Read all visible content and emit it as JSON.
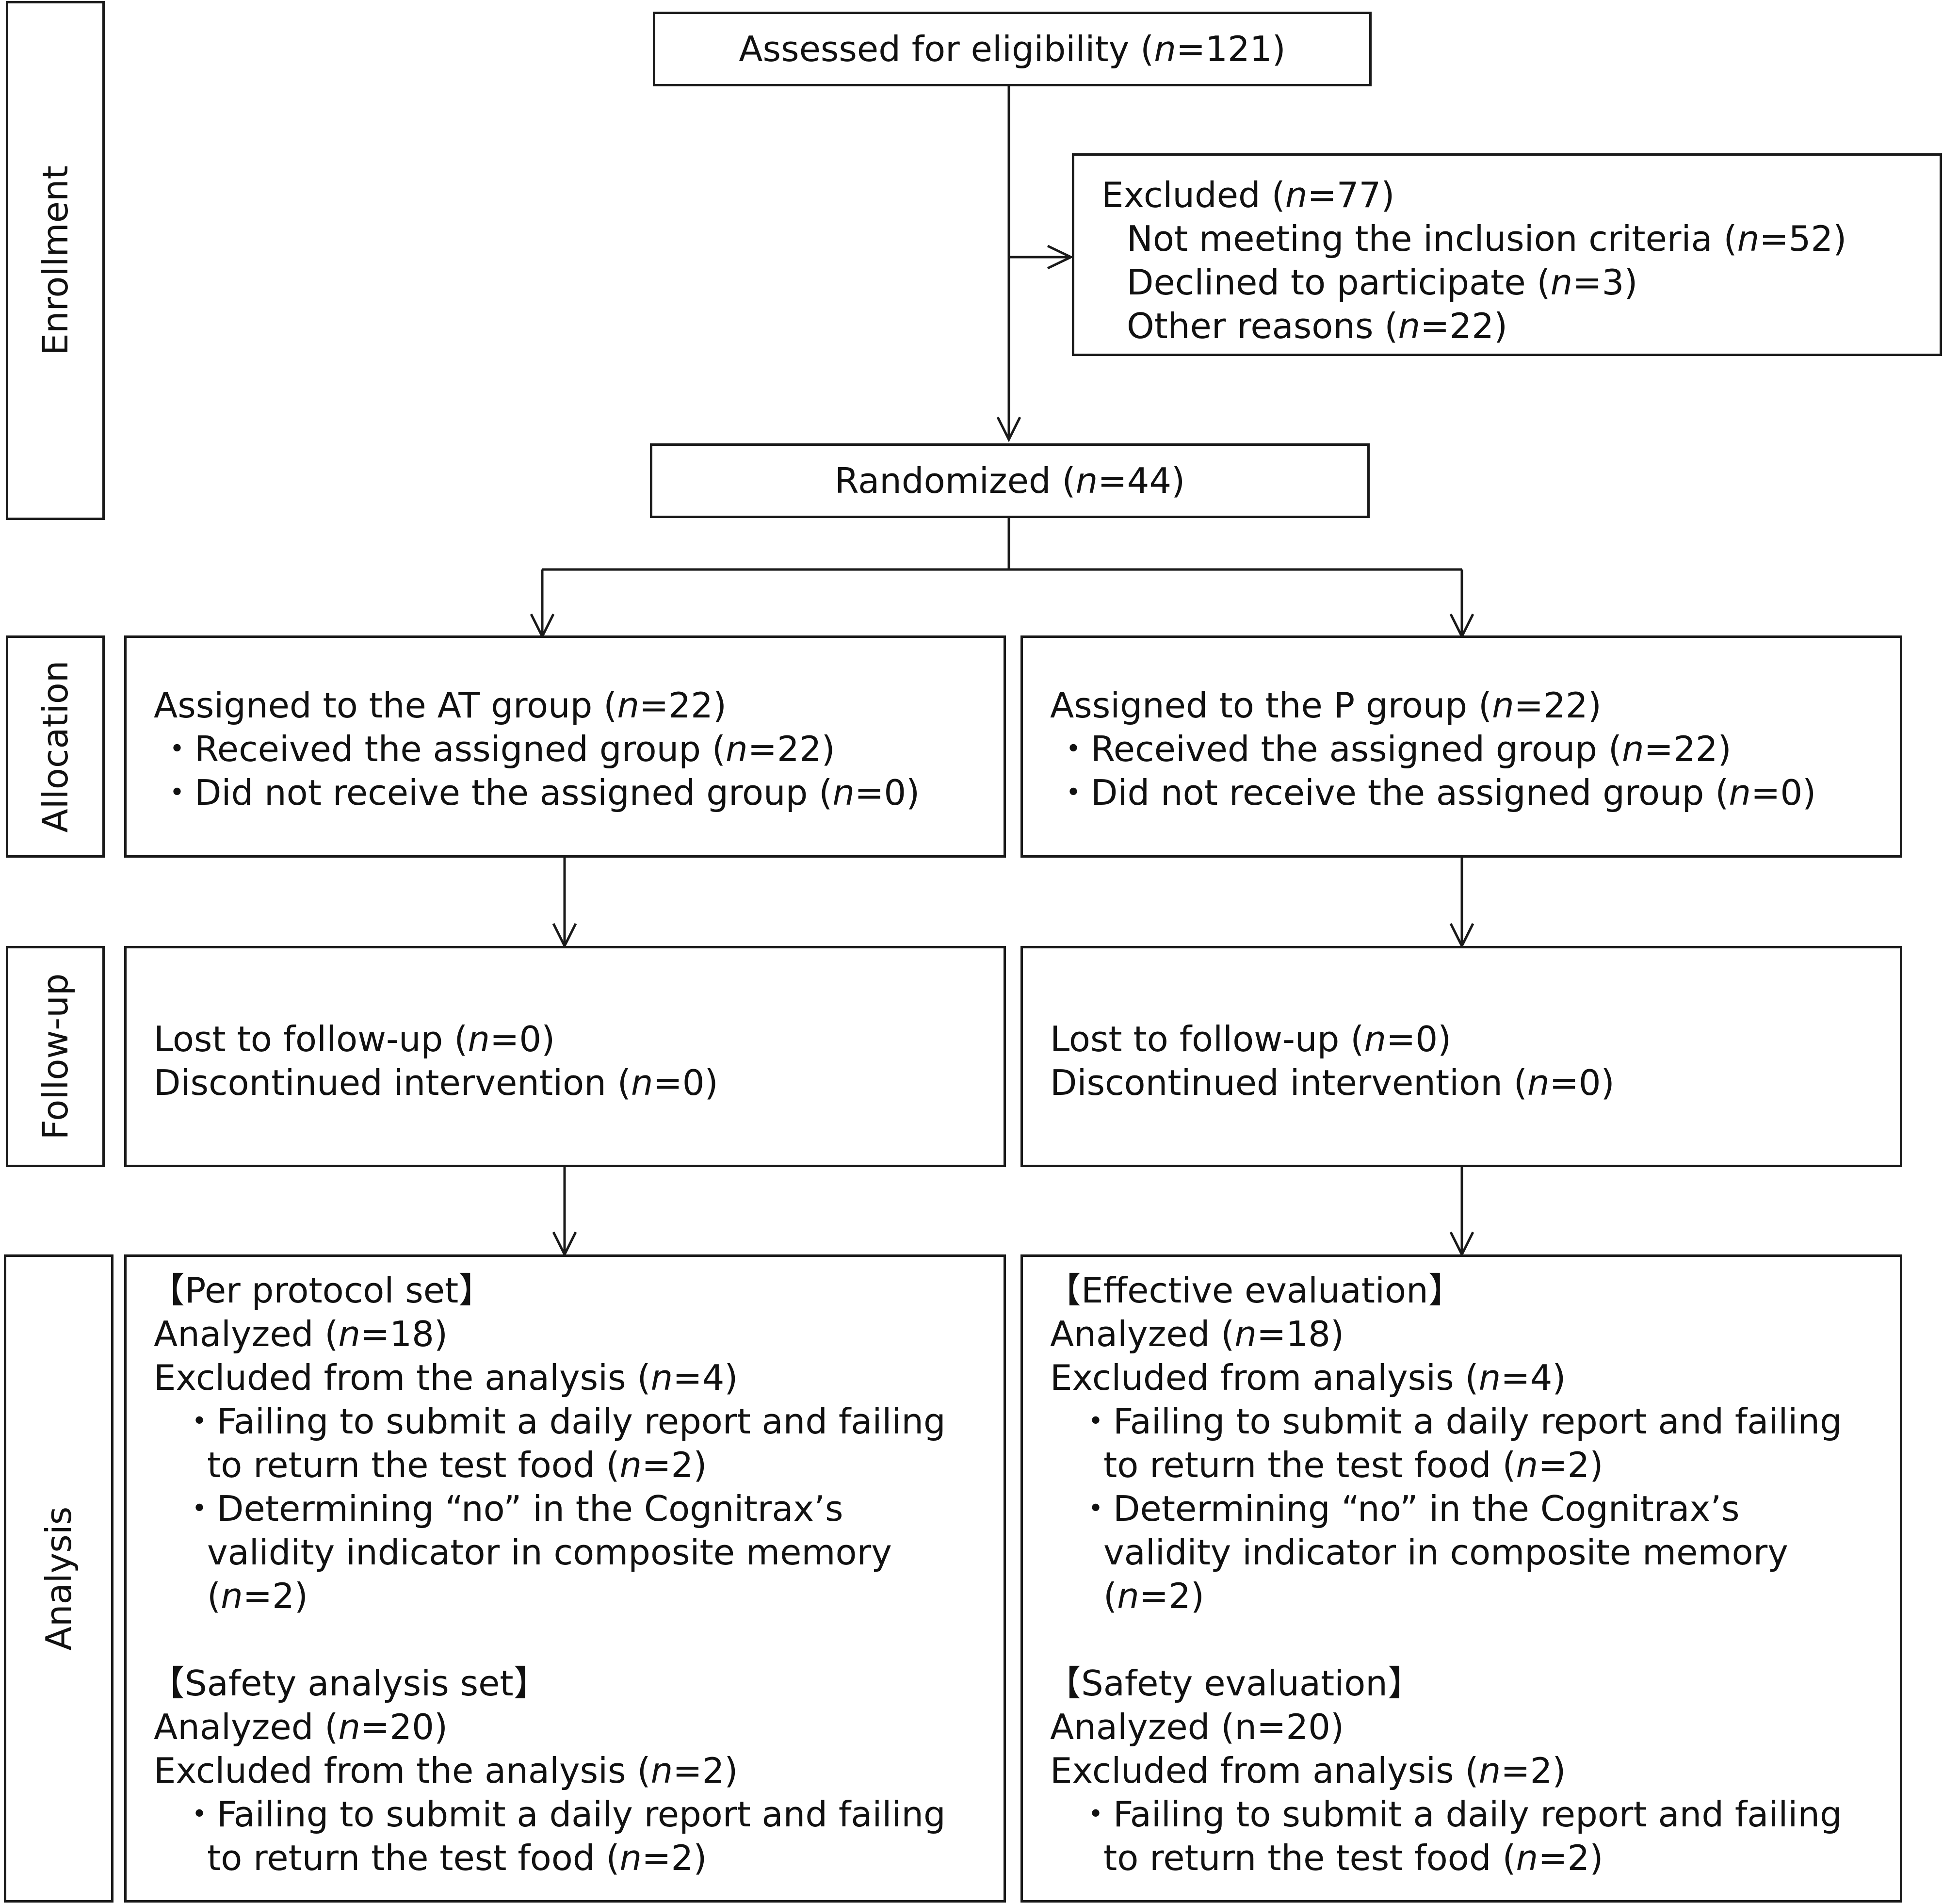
{
  "stages": {
    "enrollment": "Enrollment",
    "allocation": "Allocation",
    "followup": "Follow-up",
    "analysis": "Analysis"
  },
  "assessed": {
    "label": "Assessed for eligibility (",
    "n": "n",
    "value": "=121)"
  },
  "excluded": {
    "title": {
      "label": "Excluded (",
      "n": "n",
      "value": "=77)"
    },
    "items": [
      {
        "label": "Not meeting the inclusion criteria (",
        "n": "n",
        "value": "=52)"
      },
      {
        "label": "Declined to participate (",
        "n": "n",
        "value": "=3)"
      },
      {
        "label": "Other reasons (",
        "n": "n",
        "value": "=22)"
      }
    ]
  },
  "randomized": {
    "label": "Randomized (",
    "n": "n",
    "value": "=44)"
  },
  "allocation": {
    "left": {
      "title": {
        "label": "Assigned to the AT group (",
        "n": "n",
        "value": "=22)"
      },
      "received": {
        "label": "・Received the assigned group (",
        "n": "n",
        "value": "=22)"
      },
      "not_received": {
        "label": "・Did not receive the assigned group (",
        "n": "n",
        "value": "=0)"
      }
    },
    "right": {
      "title": {
        "label": "Assigned to the P group (",
        "n": "n",
        "value": "=22)"
      },
      "received": {
        "label": "・Received the assigned group (",
        "n": "n",
        "value": "=22)"
      },
      "not_received": {
        "label": "・Did not receive the assigned group (",
        "n": "n",
        "value": "=0)"
      }
    }
  },
  "followup": {
    "left": {
      "lost": {
        "label": "Lost to follow-up (",
        "n": "n",
        "value": "=0)"
      },
      "discontinued": {
        "label": "Discontinued intervention (",
        "n": "n",
        "value": "=0)"
      }
    },
    "right": {
      "lost": {
        "label": "Lost to follow-up (",
        "n": "n",
        "value": "=0)"
      },
      "discontinued": {
        "label": "Discontinued intervention (",
        "n": "n",
        "value": "=0)"
      }
    }
  },
  "analysis": {
    "left": {
      "set1": "【Per protocol set】",
      "analyzed1": {
        "label": "Analyzed (",
        "n": "n",
        "value": "=18)"
      },
      "excluded1": {
        "label": "Excluded from the analysis (",
        "n": "n",
        "value": "=4)"
      },
      "reason1a": "・Failing to submit a daily report and failing",
      "reason1b": {
        "label": "to return the test food (",
        "n": "n",
        "value": "=2)"
      },
      "reason2a": "・Determining “no” in the Cognitrax’s",
      "reason2b": "validity indicator in composite memory",
      "reason2c": {
        "label": "(",
        "n": "n",
        "value": "=2)"
      },
      "set2": "【Safety analysis set】",
      "analyzed2": {
        "label": "Analyzed (",
        "n": "n",
        "value": "=20)"
      },
      "excluded2": {
        "label": "Excluded from the analysis (",
        "n": "n",
        "value": "=2)"
      },
      "reason3a": "・Failing to submit a daily report and failing",
      "reason3b": {
        "label": "to return the test food (",
        "n": "n",
        "value": "=2)"
      }
    },
    "right": {
      "set1": "【Effective evaluation】",
      "analyzed1": {
        "label": "Analyzed (",
        "n": "n",
        "value": "=18)"
      },
      "excluded1": {
        "label": "Excluded from analysis (",
        "n": "n",
        "value": "=4)"
      },
      "reason1a": "・Failing to submit a daily report and failing",
      "reason1b": {
        "label": "to return the test food (",
        "n": "n",
        "value": "=2)"
      },
      "reason2a": "・Determining “no” in the Cognitrax’s",
      "reason2b": "validity indicator in composite memory",
      "reason2c": {
        "label": "(",
        "n": "n",
        "value": "=2)"
      },
      "set2": "【Safety evaluation】",
      "analyzed2": "Analyzed (n=20)",
      "excluded2": {
        "label": "Excluded from analysis (",
        "n": "n",
        "value": "=2)"
      },
      "reason3a": "・Failing to submit a daily report and failing",
      "reason3b": {
        "label": "to return the test food (",
        "n": "n",
        "value": "=2)"
      }
    }
  }
}
